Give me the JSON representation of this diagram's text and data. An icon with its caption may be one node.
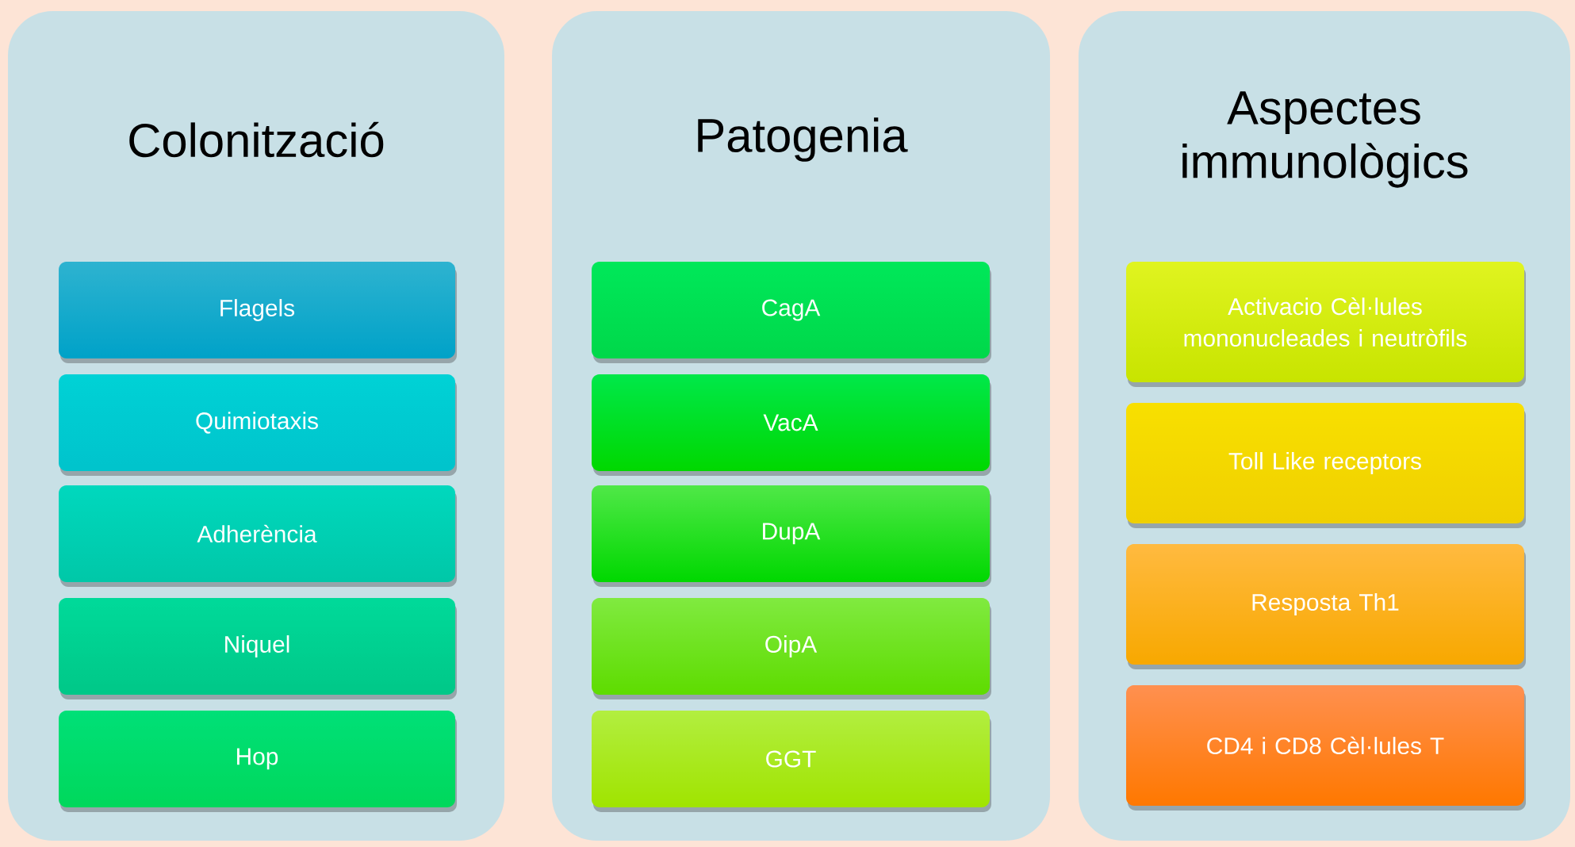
{
  "diagram": {
    "nodes": [
      {
        "text": [
          "Colonització"
        ]
      },
      {
        "text": [
          "Flagels"
        ],
        "in": 0
      },
      {
        "text": [
          "Quimiotaxis"
        ],
        "in": 0
      },
      {
        "text": [
          "Adherència"
        ],
        "in": 0
      },
      {
        "text": [
          "Niquel"
        ],
        "in": 0
      },
      {
        "text": [
          "Hop"
        ],
        "in": 0
      },
      {
        "text": [
          "Patogenia"
        ]
      },
      {
        "text": [
          "CagA"
        ],
        "in": 6
      },
      {
        "text": [
          "VacA"
        ],
        "in": 6
      },
      {
        "text": [
          "DupA"
        ],
        "in": 6
      },
      {
        "text": [
          "OipA"
        ],
        "in": 6
      },
      {
        "text": [
          "GGT"
        ],
        "in": 6
      },
      {
        "text": [
          "Aspectes immunològics"
        ]
      },
      {
        "text": [
          "Activacio Cèl·lules mononucleades i neutròfils"
        ],
        "in": 12
      },
      {
        "text": [
          "Toll Like receptors"
        ],
        "in": 12
      },
      {
        "text": [
          "Resposta Th1"
        ],
        "in": 12
      },
      {
        "text": [
          "CD4 i CD8 Cèl·lules T"
        ],
        "in": 12
      }
    ]
  }
}
